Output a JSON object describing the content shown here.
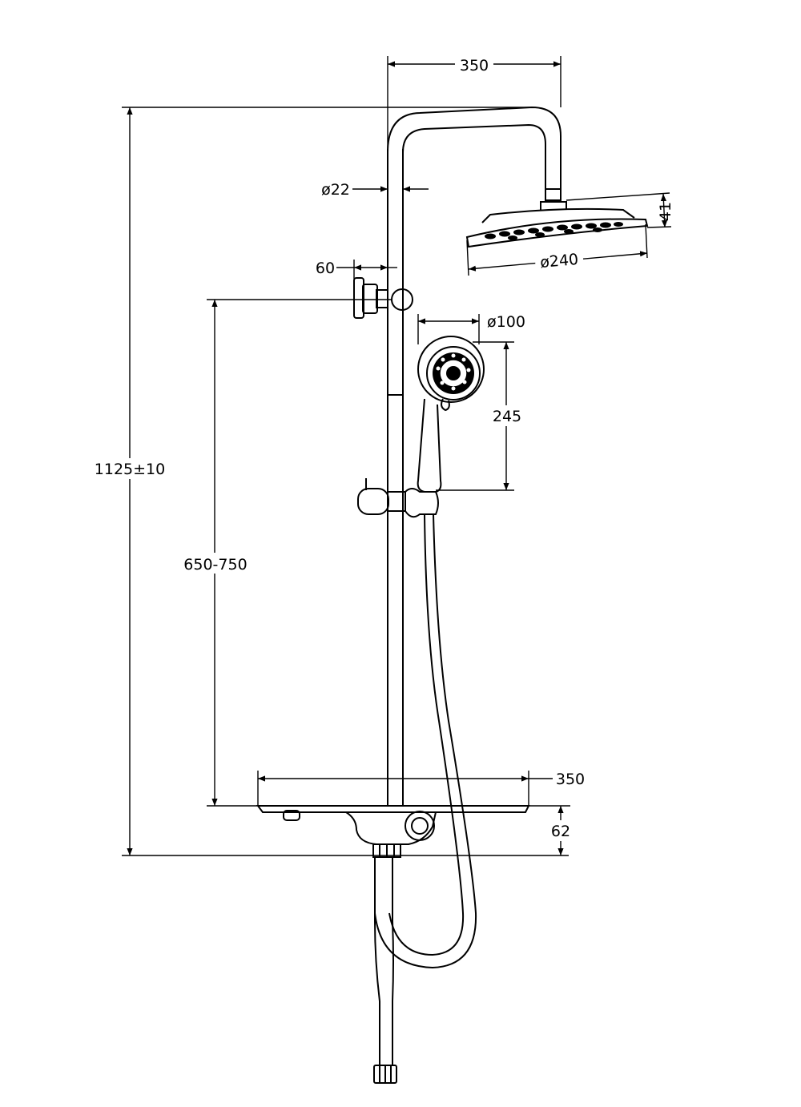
{
  "dimensions": {
    "top_width": "350",
    "pipe_diameter": "ø22",
    "head_height": "41",
    "head_diameter": "ø240",
    "bracket_offset": "60",
    "hand_diameter": "ø100",
    "hand_length": "245",
    "total_height": "1125±10",
    "slide_range": "650-750",
    "shelf_width": "350",
    "shelf_height": "62"
  },
  "colors": {
    "line": "#000000",
    "background": "#ffffff"
  },
  "parts": [
    "shower-column",
    "overhead-shower-head",
    "wall-bracket",
    "hand-shower",
    "slider",
    "shelf-mixer",
    "hose"
  ]
}
